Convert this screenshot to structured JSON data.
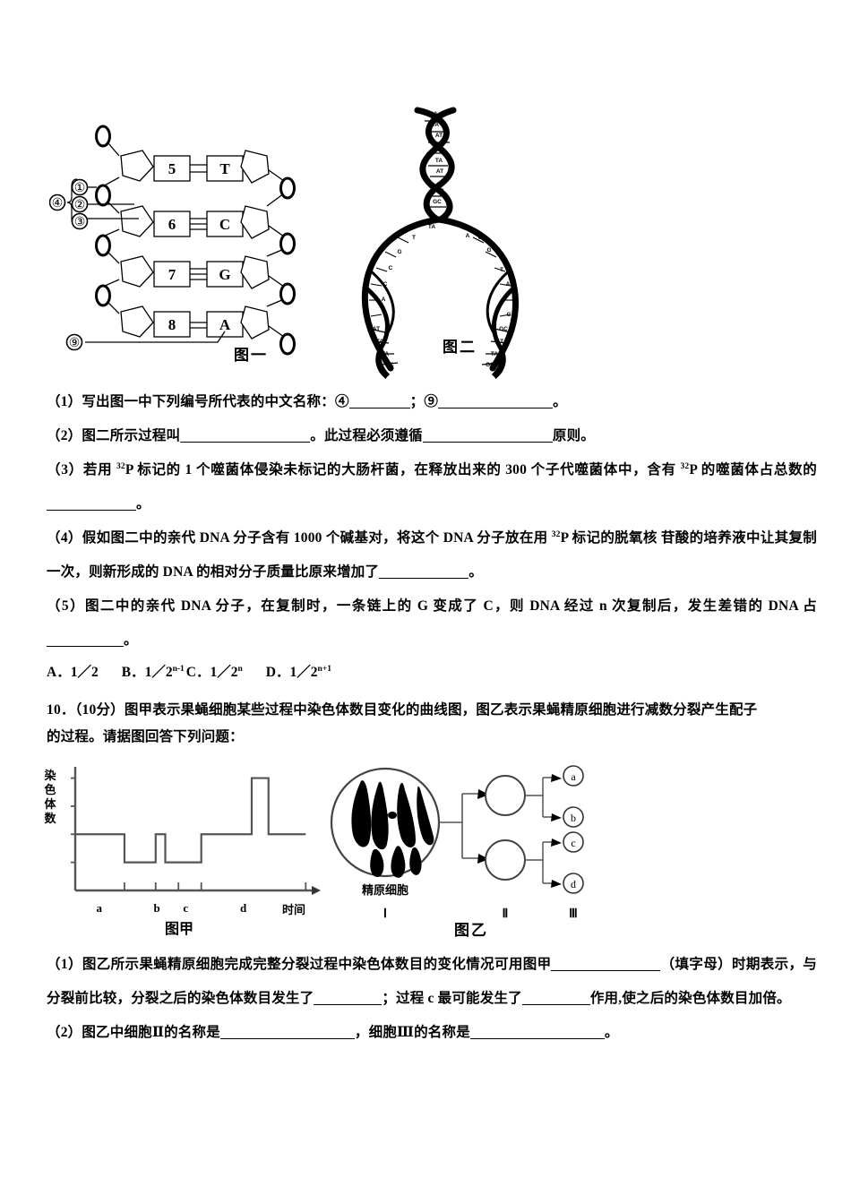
{
  "figures": {
    "fig1": {
      "caption": "图一",
      "callouts": [
        "①",
        "②",
        "③"
      ],
      "brace_label": "④",
      "bottom_callout": "⑨",
      "left_numbers": [
        "5",
        "6",
        "7",
        "8"
      ],
      "right_bases": [
        "T",
        "C",
        "G",
        "A"
      ]
    },
    "fig2": {
      "caption": "图二",
      "base_labels": [
        "CA",
        "TA",
        "AT",
        "GC",
        "TA",
        "AT",
        "CG",
        "GC",
        "TA",
        "T",
        "G",
        "C",
        "C",
        "A",
        "T",
        "A",
        "C",
        "G",
        "G",
        "T",
        "A",
        "G",
        "G",
        "AT",
        "TA",
        "TA",
        "GC",
        "GC",
        "AT",
        "TA",
        "GC",
        "TA",
        "TA",
        "GC",
        "TA",
        "TA",
        "GC",
        "GC"
      ]
    }
  },
  "q9": {
    "p1": {
      "prefix": "（1）写出图一中下列编号所代表的中文名称：",
      "label_a": "④",
      "sep": "；",
      "label_b": "⑨",
      "suffix": "。"
    },
    "p2": {
      "prefix": "（2）图二所示过程叫",
      "mid": "。此过程必须遵循",
      "suffix": "原则。"
    },
    "p3": {
      "part1": "（3）若用 ",
      "sup1": "32",
      "part2": "P 标记的 1 个噬菌体侵染未标记的大肠杆菌，在释放出来的 300 个子代噬菌体中，含有 ",
      "sup2": "32",
      "part3": "P 的噬菌体占总数的",
      "part4": "。"
    },
    "p4": {
      "part1": "（4）假如图二中的亲代 DNA 分子含有 1000 个碱基对，将这个 DNA 分子放在用 ",
      "sup1": "32",
      "part2": "P 标记的脱氧核 苷酸的培养液中让其复制一次，则新形成的 DNA 的相对分子质量比原来增加了",
      "part3": "。"
    },
    "p5": {
      "prefix": "（5）图二中的亲代 DNA 分子，在复制时，一条链上的 G 变成了 C，则 DNA 经过 n 次复制后，发生差错的 DNA 占",
      "suffix": "。"
    },
    "options": [
      {
        "key": "A．",
        "base": "1／2",
        "sup": ""
      },
      {
        "key": "B．",
        "base": "1／2",
        "sup": "n-1"
      },
      {
        "key": "C．",
        "base": "1／2",
        "sup": "n"
      },
      {
        "key": "D．",
        "base": "1／2",
        "sup": "n+1"
      }
    ]
  },
  "q10": {
    "stem_line1": "10．（10分）图甲表示果蝇细胞某些过程中染色体数目变化的曲线图，图乙表示果蝇精原细胞进行减数分裂产生配子",
    "stem_line2": "的过程。请据图回答下列问题：",
    "p1": {
      "part1": "（1）图乙所示果蝇精原细胞完成完整分裂过程中染色体数目的变化情况可用图甲",
      "part2": "（填字母）时期表示，与分裂前比较，分裂之后的染色体数目发生了",
      "part3": "；过程 c 最可能发生了",
      "part4": "作用,使之后的染色体数目加倍。"
    },
    "p2": {
      "part1": "（2）图乙中细胞Ⅱ的名称是",
      "part2": "，细胞Ⅲ的名称是",
      "part3": "。"
    }
  },
  "chart_data": {
    "type": "line",
    "title": "图甲",
    "xlabel": "时间",
    "ylabel": "染色体数",
    "grid": false,
    "legend": "none",
    "x_tick_labels": [
      "a",
      "b",
      "c",
      "d"
    ],
    "y_tick_count": 4,
    "y_levels": [
      1,
      2,
      3,
      4
    ],
    "ylim": [
      0,
      4.4
    ],
    "xlim": [
      0,
      10
    ],
    "segments": [
      {
        "x0": 0.0,
        "x1": 2.05,
        "y": 2
      },
      {
        "x0": 2.05,
        "x1": 3.35,
        "y": 1
      },
      {
        "x0": 3.35,
        "x1": 3.75,
        "y": 2
      },
      {
        "x0": 3.75,
        "x1": 5.25,
        "y": 1
      },
      {
        "x0": 5.25,
        "x1": 7.35,
        "y": 2
      },
      {
        "x0": 7.35,
        "x1": 8.05,
        "y": 4
      },
      {
        "x0": 8.05,
        "x1": 9.6,
        "y": 2
      }
    ],
    "x_label_positions": [
      1.0,
      3.4,
      4.6,
      7.0
    ],
    "x_axis_ticks": [
      2.05,
      3.35,
      4.3,
      5.25,
      9.6
    ]
  },
  "cells_diagram": {
    "caption": "图乙",
    "cell1_label": "精原细胞",
    "stage_labels": [
      "Ⅰ",
      "Ⅱ",
      "Ⅲ"
    ],
    "gamete_labels": [
      "a",
      "b",
      "c",
      "d"
    ]
  }
}
